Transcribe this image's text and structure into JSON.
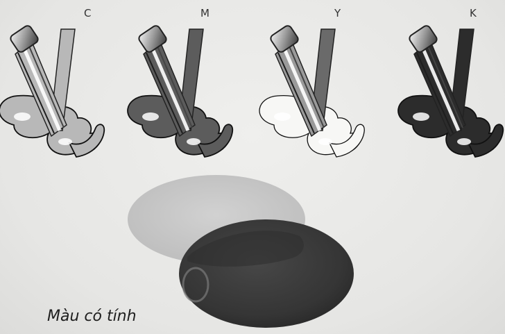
{
  "inks": [
    {
      "label": "C",
      "icon": "cyan-ink-tube-icon",
      "fill": "#b8b8b8",
      "tone": "light gray"
    },
    {
      "label": "M",
      "icon": "magenta-ink-tube-icon",
      "fill": "#5c5c5c",
      "tone": "dark gray"
    },
    {
      "label": "Y",
      "icon": "yellow-ink-tube-icon",
      "fill": "#f7f7f5",
      "tone": "white"
    },
    {
      "label": "K",
      "icon": "black-ink-tube-icon",
      "fill": "#2c2c2c",
      "tone": "near black"
    }
  ],
  "overlap": {
    "back_ellipse_fill": "#c6c6c6",
    "front_ellipse_fill": "#3a3a3a"
  },
  "caption": "Màu có tính"
}
